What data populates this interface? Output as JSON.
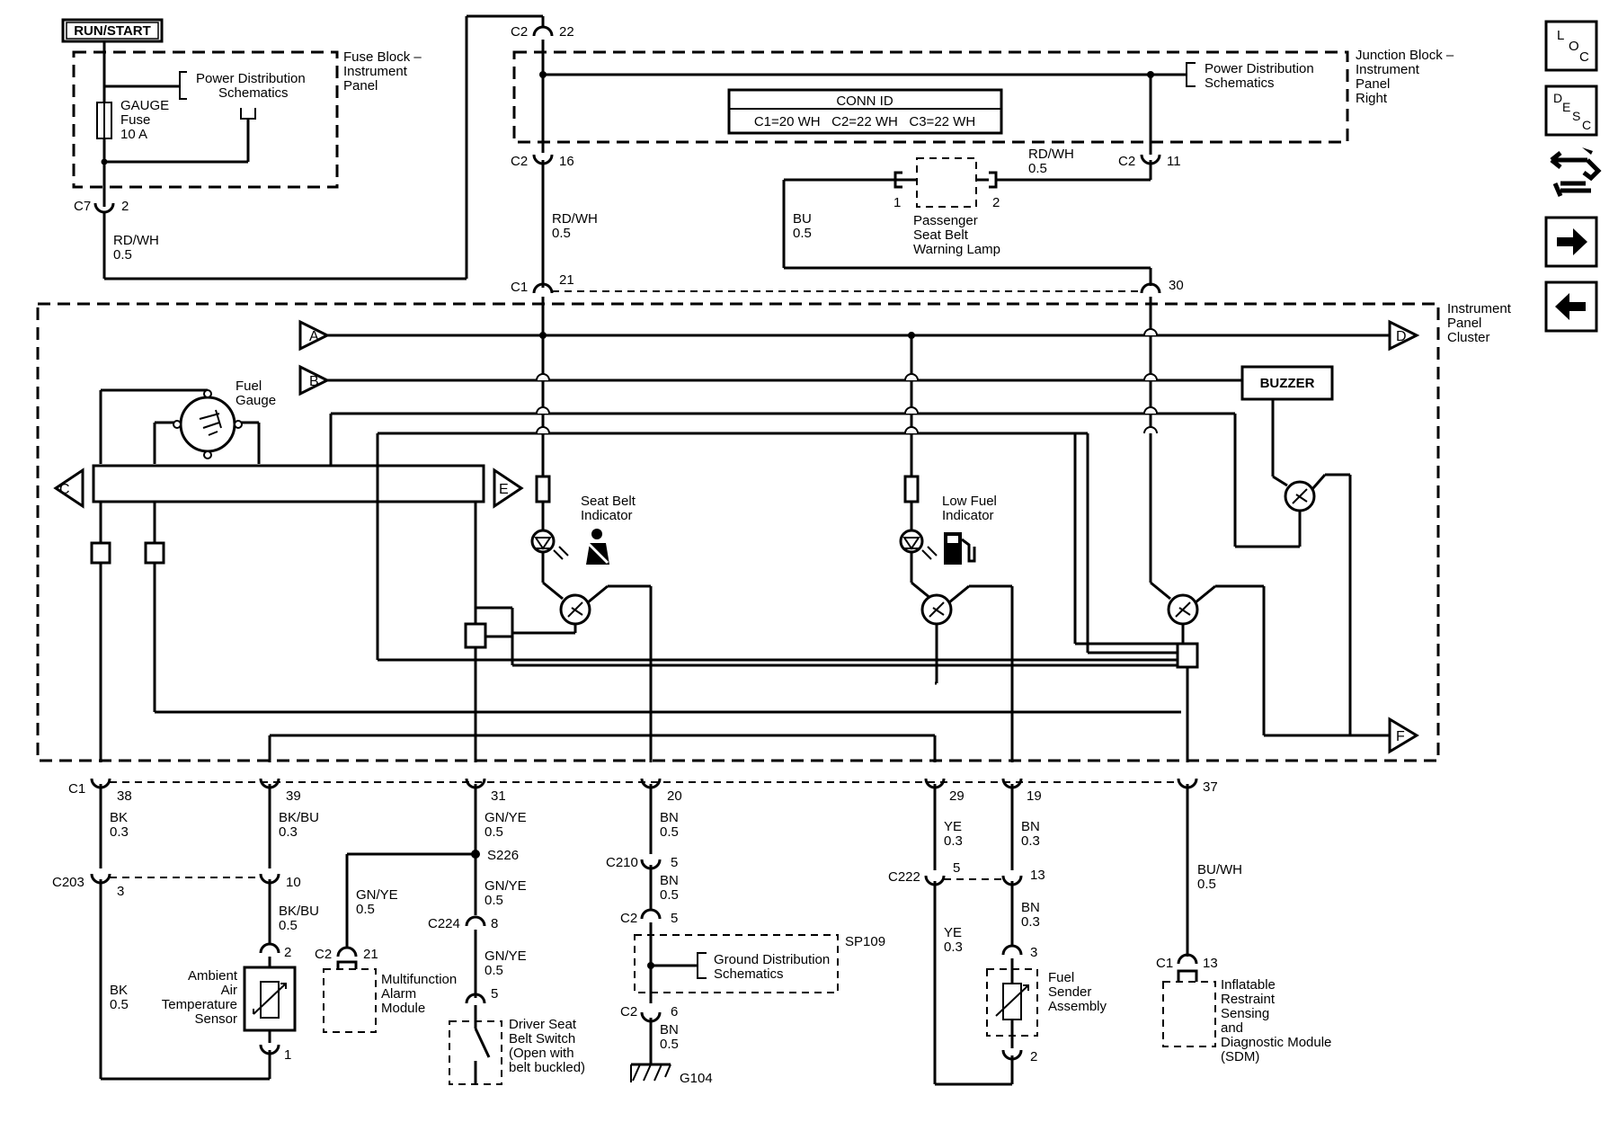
{
  "top": {
    "run_start": "RUN/START",
    "fuse_block": [
      "Fuse Block –",
      "Instrument",
      "Panel"
    ],
    "pds_left": [
      "Power Distribution",
      "Schematics"
    ],
    "gauge_fuse": [
      "GAUGE",
      "Fuse",
      "10 A"
    ],
    "junction_block": [
      "Junction Block –",
      "Instrument",
      "Panel",
      "Right"
    ],
    "pds_right": [
      "Power Distribution",
      "Schematics"
    ],
    "conn_id_title": "CONN ID",
    "conn_id_values": "C1=20 WH   C2=22 WH   C3=22 WH",
    "passenger_lamp": [
      "Passenger",
      "Seat Belt",
      "Warning Lamp"
    ],
    "ipc": [
      "Instrument",
      "Panel",
      "Cluster"
    ]
  },
  "connectors": {
    "c2_22": [
      "C2",
      "22"
    ],
    "c2_16": [
      "C2",
      "16"
    ],
    "c2_11": [
      "C2",
      "11"
    ],
    "c7_2": [
      "C7",
      "2"
    ],
    "c1_21": [
      "C1",
      "21"
    ],
    "p30": "30",
    "lamp_p1": "1",
    "lamp_p2": "2",
    "c1_bottom": "C1",
    "p38": "38",
    "p39": "39",
    "p31": "31",
    "p20": "20",
    "p29": "29",
    "p19": "19",
    "p37": "37",
    "c203": "C203",
    "c203_3": "3",
    "p10": "10",
    "s226": "S226",
    "c210": "C210",
    "c210_5": "5",
    "c2_5": [
      "C2",
      "5"
    ],
    "c2_6": [
      "C2",
      "6"
    ],
    "c222": "C222",
    "c222_5": "5",
    "p13": "13",
    "c224": "C224",
    "c224_8": "8",
    "p5": "5",
    "c2_21": [
      "C2",
      "21"
    ],
    "c1_13": [
      "C1",
      "13"
    ],
    "sensor_2": "2",
    "sensor_1": "1",
    "sender_3": "3",
    "sender_2": "2"
  },
  "wires": {
    "rdwh_left": [
      "RD/WH",
      "0.5"
    ],
    "rdwh_mid": [
      "RD/WH",
      "0.5"
    ],
    "rdwh_lamp": [
      "RD/WH",
      "0.5"
    ],
    "bu_lamp": [
      "BU",
      "0.5"
    ],
    "bk_1": [
      "BK",
      "0.3"
    ],
    "bk_2": [
      "BK",
      "0.5"
    ],
    "bkbu_1": [
      "BK/BU",
      "0.3"
    ],
    "bkbu_2": [
      "BK/BU",
      "0.5"
    ],
    "gnye_1": [
      "GN/YE",
      "0.5"
    ],
    "gnye_2": [
      "GN/YE",
      "0.5"
    ],
    "gnye_3": [
      "GN/YE",
      "0.5"
    ],
    "gnye_4": [
      "GN/YE",
      "0.5"
    ],
    "bn_1": [
      "BN",
      "0.5"
    ],
    "bn_2": [
      "BN",
      "0.5"
    ],
    "bn_3": [
      "BN",
      "0.5"
    ],
    "ye_1": [
      "YE",
      "0.3"
    ],
    "ye_2": [
      "YE",
      "0.3"
    ],
    "bn_4": [
      "BN",
      "0.3"
    ],
    "bn_5": [
      "BN",
      "0.3"
    ],
    "buwh": [
      "BU/WH",
      "0.5"
    ]
  },
  "ipc_parts": {
    "fuel_gauge": [
      "Fuel",
      "Gauge"
    ],
    "seat_belt_indicator": [
      "Seat Belt",
      "Indicator"
    ],
    "low_fuel_indicator": [
      "Low Fuel",
      "Indicator"
    ],
    "buzzer": "BUZZER",
    "arrow_a": "A",
    "arrow_b": "B",
    "arrow_c": "C",
    "arrow_d": "D",
    "arrow_e": "E",
    "arrow_f": "F"
  },
  "bottom": {
    "ambient_sensor": [
      "Ambient",
      "Air",
      "Temperature",
      "Sensor"
    ],
    "alarm_module": [
      "Multifunction",
      "Alarm",
      "Module"
    ],
    "seat_switch": [
      "Driver Seat",
      "Belt Switch",
      "(Open with",
      "belt buckled)"
    ],
    "sp109": "SP109",
    "gds": [
      "Ground Distribution",
      "Schematics"
    ],
    "g104": "G104",
    "fuel_sender": [
      "Fuel",
      "Sender",
      "Assembly"
    ],
    "sdm": [
      "Inflatable",
      "Restraint",
      "Sensing",
      "and",
      "Diagnostic Module",
      "(SDM)"
    ]
  },
  "side_icons": {
    "loc_letters": [
      "L",
      "O",
      "C"
    ],
    "desc_letters": [
      "D",
      "E",
      "S",
      "C"
    ],
    "icons": [
      "location-icon",
      "description-icon",
      "connector-icon",
      "next-arrow-icon",
      "previous-arrow-icon"
    ]
  }
}
